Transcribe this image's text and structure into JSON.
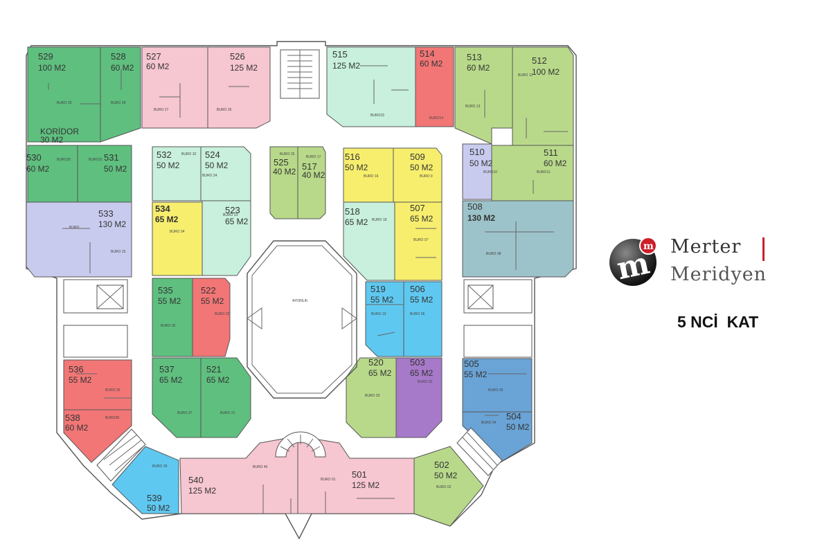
{
  "brand": {
    "line1": "Merter",
    "line2": "Meridyen",
    "mark_letter": "m",
    "accent": "#cc1f2a"
  },
  "floor_label": "5 NCİ  KAT",
  "center_label": "AYDINLIK",
  "colors": {
    "green": "#5fbf7f",
    "pink": "#f6c6d1",
    "mint": "#c8f0dc",
    "red": "#f27676",
    "lime": "#b8d98a",
    "lavender": "#c9cbee",
    "yellow": "#f7ee6e",
    "teal": "#9cc3c9",
    "blue": "#5fc8f0",
    "purple": "#a779c9",
    "steel": "#6aa3d6"
  },
  "units": [
    {
      "id": "u529",
      "num": "529",
      "area": "100 M2",
      "buro": "BURO 29"
    },
    {
      "id": "u528",
      "num": "528",
      "area": "60 M2",
      "buro": "BURO 28"
    },
    {
      "id": "u530",
      "num": "530",
      "area": "60 M2",
      "buro": "BURO30"
    },
    {
      "id": "u531",
      "num": "531",
      "area": "50 M2",
      "buro": "BURO31"
    },
    {
      "id": "u527",
      "num": "527",
      "area": "60 M2",
      "buro": "BURO 27"
    },
    {
      "id": "u526",
      "num": "526",
      "area": "125 M2",
      "buro": "BURO 26"
    },
    {
      "id": "u515",
      "num": "515",
      "area": "125 M2",
      "buro": "BURO15"
    },
    {
      "id": "u514",
      "num": "514",
      "area": "60 M2",
      "buro": "BURO14"
    },
    {
      "id": "u513",
      "num": "513",
      "area": "60 M2",
      "buro": "BURO 13"
    },
    {
      "id": "u512",
      "num": "512",
      "area": "100 M2",
      "buro": "BURO 12"
    },
    {
      "id": "u511",
      "num": "511",
      "area": "60 M2",
      "buro": "BURO11"
    },
    {
      "id": "u510",
      "num": "510",
      "area": "50 M2",
      "buro": "BURO10"
    },
    {
      "id": "u533",
      "num": "533",
      "area": "130 M2",
      "buro": "BURO 33"
    },
    {
      "id": "u532",
      "num": "532",
      "area": "50 M2",
      "buro": "BURO 32"
    },
    {
      "id": "u524",
      "num": "524",
      "area": "50 M2",
      "buro": "BURO 24"
    },
    {
      "id": "u523",
      "num": "523",
      "area": "65 M2",
      "buro": "BURO 23"
    },
    {
      "id": "u534",
      "num": "534",
      "area": "65 M2",
      "buro": "BURO 34"
    },
    {
      "id": "u525",
      "num": "525",
      "area": "40 M2",
      "buro": "BURO 25"
    },
    {
      "id": "u517",
      "num": "517",
      "area": "40 M2",
      "buro": "BURO 17"
    },
    {
      "id": "u516",
      "num": "516",
      "area": "50 M2",
      "buro": "BURO 16"
    },
    {
      "id": "u509",
      "num": "509",
      "area": "50 M2",
      "buro": "BURO 9"
    },
    {
      "id": "u518",
      "num": "518",
      "area": "65 M2",
      "buro": "BURO 18"
    },
    {
      "id": "u507",
      "num": "507",
      "area": "65 M2",
      "buro": "BURO 07"
    },
    {
      "id": "u508",
      "num": "508",
      "area": "130 M2",
      "buro": "BURO 08"
    },
    {
      "id": "u535",
      "num": "535",
      "area": "55 M2",
      "buro": "BURO 35"
    },
    {
      "id": "u522",
      "num": "522",
      "area": "55 M2",
      "buro": "BURO 22"
    },
    {
      "id": "u519",
      "num": "519",
      "area": "55 M2",
      "buro": "BURO 19"
    },
    {
      "id": "u506",
      "num": "506",
      "area": "55 M2",
      "buro": "BURO 06"
    },
    {
      "id": "u536",
      "num": "536",
      "area": "55 M2",
      "buro": "BURO 36"
    },
    {
      "id": "u538",
      "num": "538",
      "area": "60 M2",
      "buro": "BURO38"
    },
    {
      "id": "u537",
      "num": "537",
      "area": "65 M2",
      "buro": "BURO 37"
    },
    {
      "id": "u521",
      "num": "521",
      "area": "65 M2",
      "buro": "BURO 21"
    },
    {
      "id": "u520",
      "num": "520",
      "area": "65 M2",
      "buro": "BURO 20"
    },
    {
      "id": "u503",
      "num": "503",
      "area": "65 M2",
      "buro": "BURO 03"
    },
    {
      "id": "u505",
      "num": "505",
      "area": "55 M2",
      "buro": "BURO 05"
    },
    {
      "id": "u504",
      "num": "504",
      "area": "50 M2",
      "buro": "BURO 04"
    },
    {
      "id": "u539",
      "num": "539",
      "area": "50 M2",
      "buro": "BURO 39"
    },
    {
      "id": "u540",
      "num": "540",
      "area": "125 M2",
      "buro": "BURO 40"
    },
    {
      "id": "u501",
      "num": "501",
      "area": "125 M2",
      "buro": "BURO 01"
    },
    {
      "id": "u502",
      "num": "502",
      "area": "50 M2",
      "buro": "BURO 02"
    }
  ]
}
